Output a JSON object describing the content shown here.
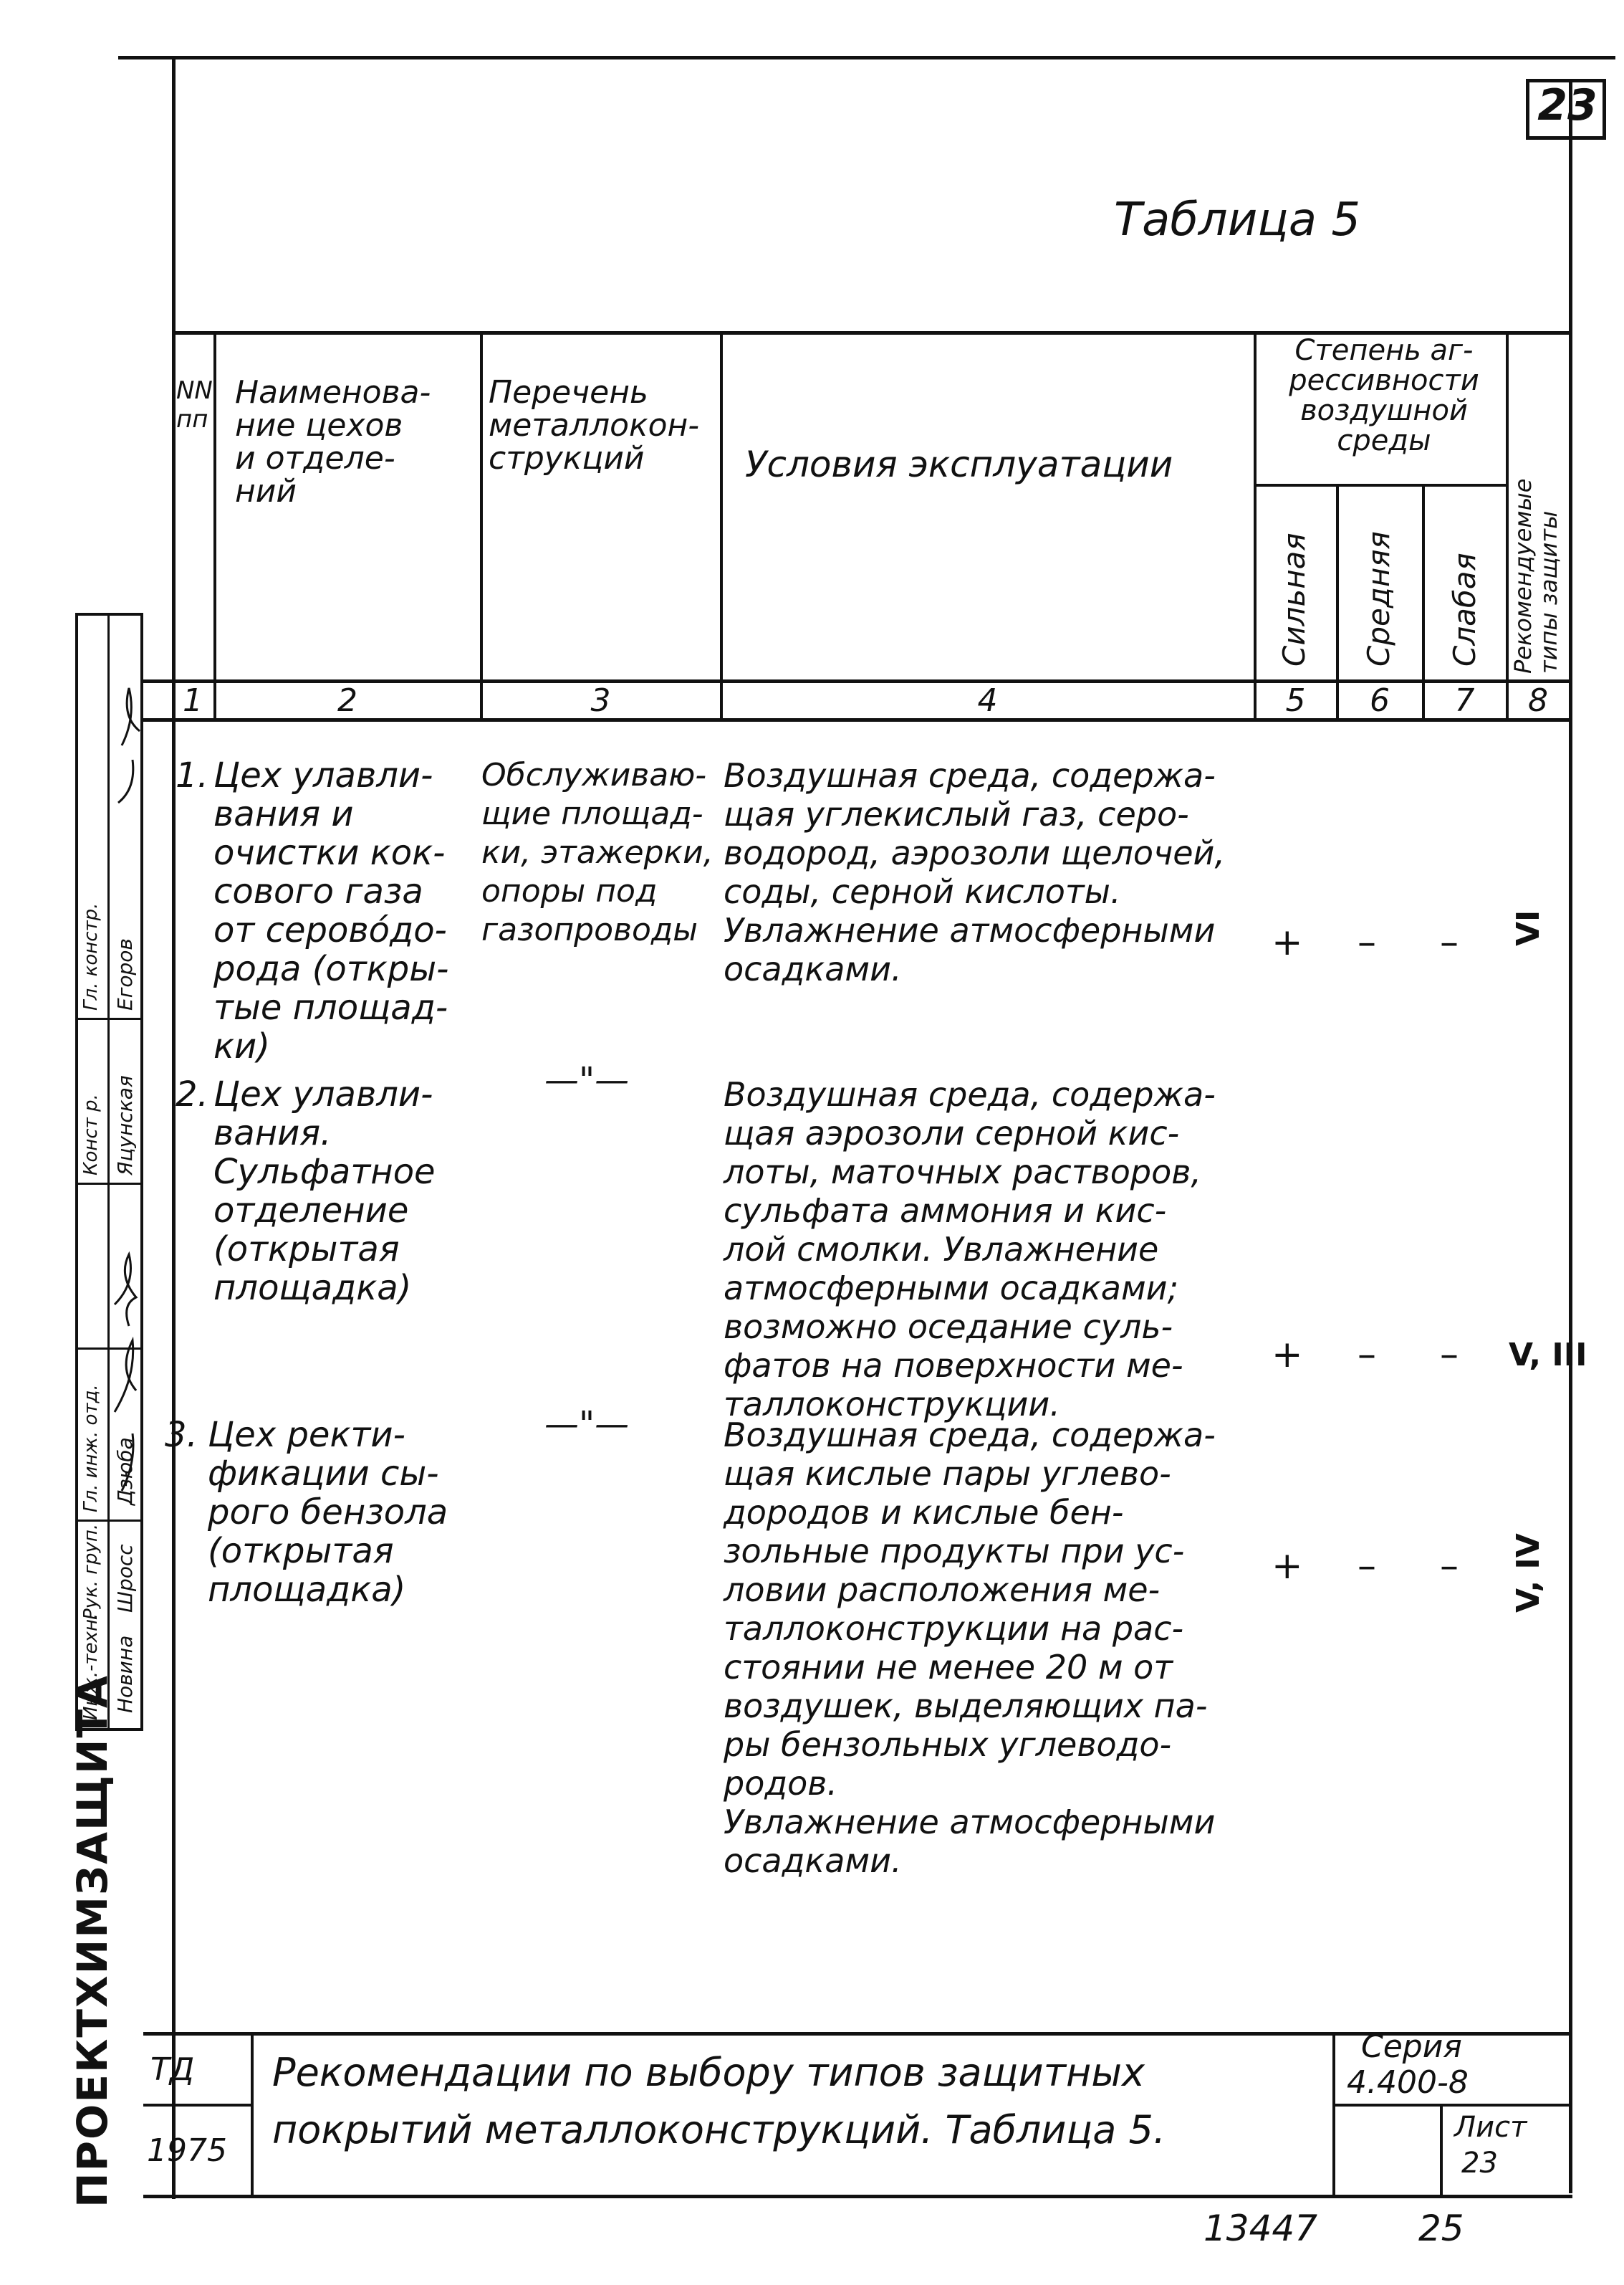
{
  "sheet_number": "23",
  "table_caption": "Таблица 5",
  "headers": {
    "num": "NN\nпп",
    "name": "Наименова-\nние цехов\nи отделе-\nний",
    "list": "Перечень\nметаллокон-\nструкций",
    "conditions": "Условия эксплуатации",
    "aggressiveness": "Степень аг-\nрессивности\nвоздушной\nсреды",
    "strong": "Сильная",
    "medium": "Средняя",
    "weak": "Слабая",
    "recommended": "Рекомендуемые\nтипы защиты"
  },
  "column_numbers": [
    "1",
    "2",
    "3",
    "4",
    "5",
    "6",
    "7",
    "8"
  ],
  "rows": [
    {
      "num": "1.",
      "name": "Цех улавли-\nвания и\nочистки кок-\nсового газа\nот серово́до-\nрода (откры-\nтые площад-\nки)",
      "list": "Обслуживаю-\nщие площад-\nки, этажерки,\nопоры под\nгазопроводы",
      "conditions": "Воздушная среда, содержа-\nщая углекислый газ, серо-\nводород, аэрозоли щелочей,\nсоды, серной кислоты.\nУвлажнение атмосферными\nосадками.",
      "strong": "+",
      "medium": "–",
      "weak": "–",
      "protection": "VI"
    },
    {
      "num": "2.",
      "name": "Цех улавли-\nвания.\nСульфатное\nотделение\n(открытая\nплощадка)",
      "list": "—\"—",
      "conditions": "Воздушная среда, содержа-\nщая аэрозоли серной кис-\nлоты, маточных растворов,\nсульфата аммония и кис-\nлой смолки. Увлажнение\nатмосферными осадками;\nвозможно оседание суль-\nфатов на поверхности ме-\nталлоконструкции.",
      "strong": "+",
      "medium": "–",
      "weak": "–",
      "protection": "V, III"
    },
    {
      "num": "3.",
      "name": "Цех ректи-\nфикации сы-\nрого бензола\n(открытая\nплощадка)",
      "list": "—\"—",
      "conditions": "Воздушная среда, содержа-\nщая кислые пары углево-\nдородов и кислые бен-\nзольные продукты при ус-\nловии расположения ме-\nталлоконструкции на рас-\nстоянии не менее 20 м от\nвоздушек, выделяющих па-\nры бензольных углеводо-\nродов.\nУвлажнение атмосферными\nосадками.",
      "strong": "+",
      "medium": "–",
      "weak": "–",
      "protection": "V, IV"
    }
  ],
  "title_block": {
    "td": "ТД",
    "year": "1975",
    "title_line1": "Рекомендации по выбору типов защитных",
    "title_line2": "покрытий металлоконструкций. Таблица 5.",
    "series_label": "Серия",
    "series_value": "4.400-8",
    "sheet_label": "Лист",
    "sheet_value": "23"
  },
  "org_name": "ПРОЕКТХИМЗАЩИТА",
  "stamp": {
    "roles": [
      "Инж.-техн.",
      "Рук. груп.",
      "Гл. инж. отд.",
      "Конст р.",
      "Гл. констр."
    ],
    "names": [
      "Новина",
      "Шросс",
      "Дзюба",
      "Яцунская",
      "Егоров"
    ]
  },
  "footer": {
    "inventory": "13447",
    "page": "25"
  }
}
